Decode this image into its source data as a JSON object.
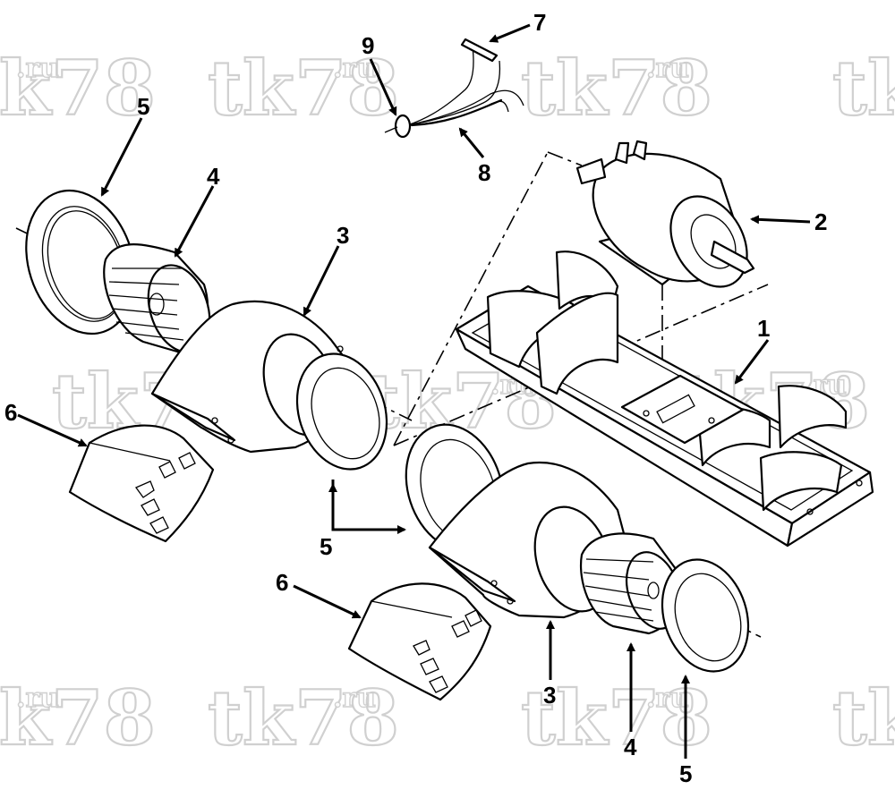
{
  "diagram": {
    "watermark": {
      "text": "tk78",
      "suffix": ".ru"
    },
    "callouts": {
      "c1": "1",
      "c2": "2",
      "c3a": "3",
      "c3b": "3",
      "c4a": "4",
      "c4b": "4",
      "c5a": "5",
      "c5b": "5",
      "c5c": "5",
      "c6a": "6",
      "c6b": "6",
      "c7": "7",
      "c8": "8",
      "c9": "9"
    }
  }
}
